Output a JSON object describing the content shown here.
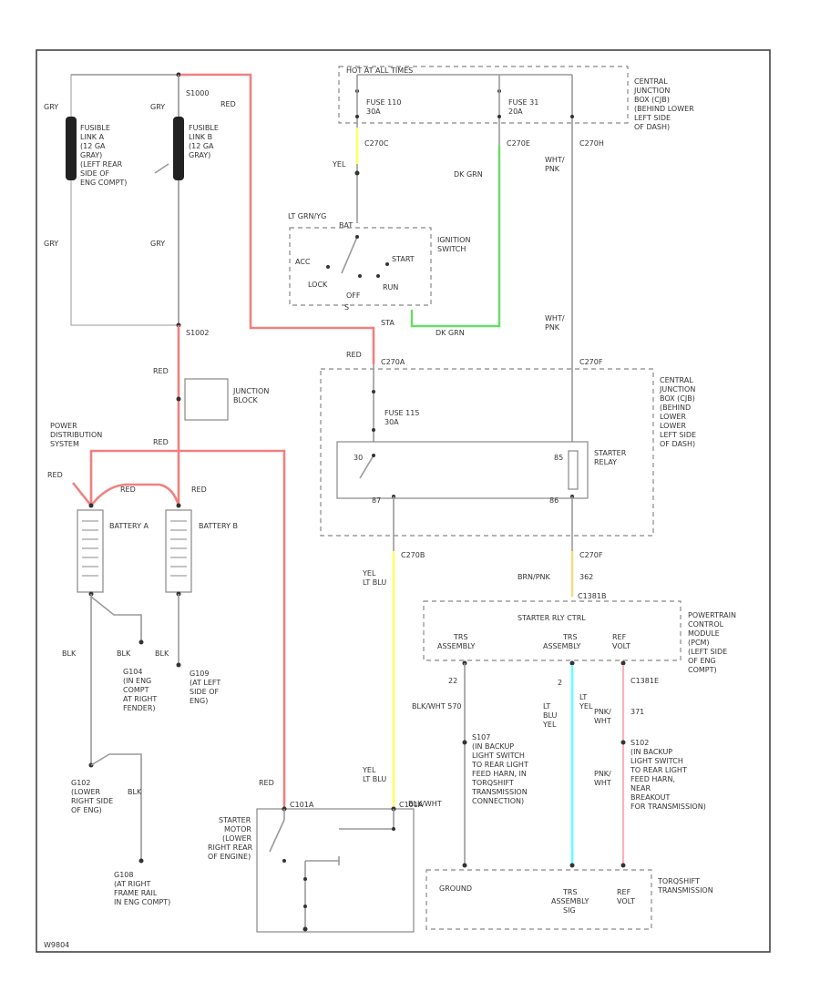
{
  "hot_label": "HOT AT ALL TIMES",
  "left_top": {
    "gry_a": "GRY",
    "gry_b": "GRY",
    "gry_c": "GRY",
    "gry_d": "GRY"
  },
  "splice_s1000": "S1000",
  "splice_s1002": "S1002",
  "fusible_a": [
    "FUSIBLE",
    "LINK A",
    "(12 GA",
    "GRAY)",
    "(LEFT REAR",
    "SIDE OF",
    "ENG COMPT)"
  ],
  "fusible_b": [
    "FUSIBLE",
    "LINK B",
    "(12 GA",
    "GRAY)"
  ],
  "red": "RED",
  "fuse_110": [
    "FUSE 110",
    "30A"
  ],
  "fuse_31": [
    "FUSE 31",
    "20A"
  ],
  "central_jb_top": [
    "CENTRAL",
    "JUNCTION",
    "BOX (CJB)",
    "(BEHIND LOWER",
    "LEFT SIDE",
    "OF DASH)"
  ],
  "conn_c270c": "C270C",
  "conn_c270e": "C270E",
  "conn_c270h": "C270H",
  "conn_c270a": "C270A",
  "conn_c270f": "C270F",
  "conn_c270b": "C270B",
  "conn_c1381b": "C1381B",
  "conn_c1381e": "C1381E",
  "conn_c101a": "C101A",
  "yel": "YEL",
  "dk_grn": "DK GRN",
  "wht_pnk": [
    "WHT/",
    "PNK"
  ],
  "lt_grn_yel": "LT GRN/YG",
  "ign_bat": "BAT",
  "ign_acc": "ACC",
  "ign_lock": "LOCK",
  "ign_off": "OFF",
  "ign_run": "RUN",
  "ign_start": "START",
  "ignition_switch": [
    "IGNITION",
    "SWITCH"
  ],
  "pin_s": "S",
  "pin_sta": "STA",
  "junction_block": [
    "JUNCTION",
    "BLOCK"
  ],
  "power_distribution": [
    "POWER",
    "DISTRIBUTION",
    "SYSTEM"
  ],
  "fuse_115": [
    "FUSE 115",
    "30A"
  ],
  "central_jb_mid": [
    "CENTRAL",
    "JUNCTION",
    "BOX (CJB)",
    "(BEHIND",
    "LOWER",
    "LOWER",
    "LEFT SIDE",
    "OF DASH)"
  ],
  "starter_relay": [
    "STARTER",
    "RELAY"
  ],
  "relay_pins": {
    "p30": "30",
    "p87": "87",
    "p85": "85",
    "p86": "86"
  },
  "battery_a": "BATTERY A",
  "battery_b": "BATTERY B",
  "yel_lt_blu": [
    "YEL",
    "LT BLU"
  ],
  "brn_pnk": "BRN/PNK",
  "wire_no_362": "362",
  "starter_rly_ctrl": "STARTER RLY CTRL",
  "pcm": [
    "POWERTRAIN",
    "CONTROL",
    "MODULE",
    "(PCM)",
    "(LEFT SIDE",
    "OF ENG",
    "COMPT)"
  ],
  "trs_assembly_l": [
    "TRS",
    "ASSEMBLY"
  ],
  "trs_assembly_r": [
    "TRS",
    "ASSEMBLY"
  ],
  "ref_volt": [
    "REF",
    "VOLT"
  ],
  "blk": "BLK",
  "blk_wht": "BLK/WHT",
  "blk_wht_570": "BLK/WHT 570",
  "pin_22": "22",
  "pin_2": "2",
  "lt_blu_yel": [
    "LT",
    "BLU",
    "YEL"
  ],
  "lt_yel": [
    "LT",
    "YEL"
  ],
  "pnk_wht": [
    "PNK/",
    "WHT"
  ],
  "wire_no_371": "371",
  "g104": [
    "G104",
    "(IN ENG",
    "COMPT",
    "AT RIGHT",
    "FENDER)"
  ],
  "g109": [
    "G109",
    "(AT LEFT",
    "SIDE OF",
    "ENG)"
  ],
  "s107": [
    "S107",
    "(IN BACKUP",
    "LIGHT SWITCH",
    "TO REAR LIGHT",
    "FEED HARN, IN",
    "TORQSHIFT",
    "TRANSMISSION",
    "CONNECTION)"
  ],
  "s102": [
    "S102",
    "(IN BACKUP",
    "LIGHT SWITCH",
    "TO REAR LIGHT",
    "FEED HARN,",
    "NEAR",
    "BREAKOUT",
    "FOR TRANSMISSION)"
  ],
  "g102": [
    "G102",
    "(LOWER",
    "RIGHT SIDE",
    "OF ENG)"
  ],
  "g108": [
    "G108",
    "(AT RIGHT",
    "FRAME RAIL",
    "IN ENG COMPT)"
  ],
  "starter_motor": [
    "STARTER",
    "MOTOR",
    "(LOWER",
    "RIGHT REAR",
    "OF ENGINE)"
  ],
  "ground": "GROUND",
  "trs_assembly_bot": [
    "TRS",
    "ASSEMBLY",
    "SIG"
  ],
  "ref_volt_bot": [
    "REF",
    "VOLT"
  ],
  "torqshift": [
    "TORQSHIFT",
    "TRANSMISSION"
  ],
  "footer_code": "W9804"
}
